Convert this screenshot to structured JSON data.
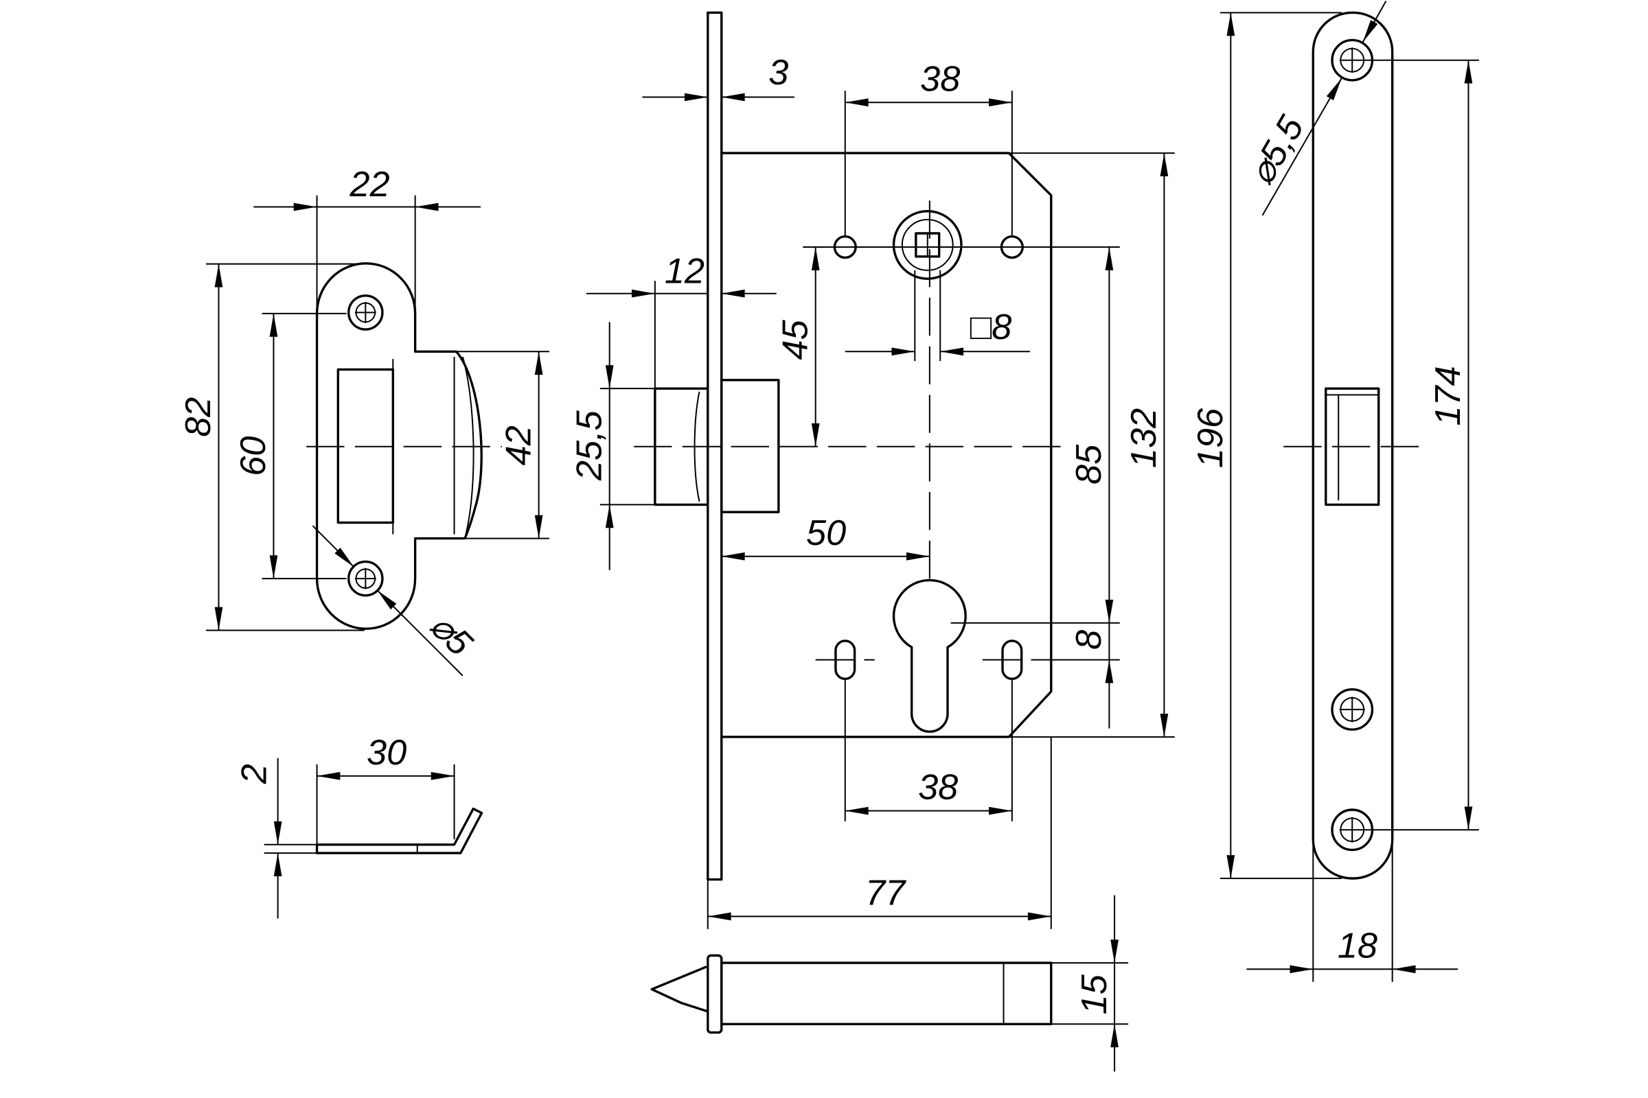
{
  "colors": {
    "line": "#000000",
    "background": "#ffffff"
  },
  "strike_plate": {
    "dim_width": "22",
    "dim_height": "82",
    "dim_hole_spacing": "60",
    "dim_lip_height": "42",
    "dim_hole_diameter": "⌀5"
  },
  "strike_side": {
    "dim_length": "30",
    "dim_thickness": "2"
  },
  "lock_body": {
    "dim_faceplate_thickness": "3",
    "dim_top_hole_spacing": "38",
    "dim_latch_projection": "12",
    "dim_spindle_offset": "45",
    "dim_latch_height": "25,5",
    "dim_spindle_square": "□8",
    "dim_backset": "50",
    "dim_center_distance": "85",
    "dim_cylinder_offset": "8",
    "dim_body_height": "132",
    "dim_bottom_hole_spacing": "38",
    "dim_body_depth": "77"
  },
  "latch_bolt": {
    "dim_width": "15"
  },
  "faceplate": {
    "dim_length": "196",
    "dim_hole_diameter": "⌀5,5",
    "dim_screw_spacing": "174",
    "dim_width": "18"
  }
}
